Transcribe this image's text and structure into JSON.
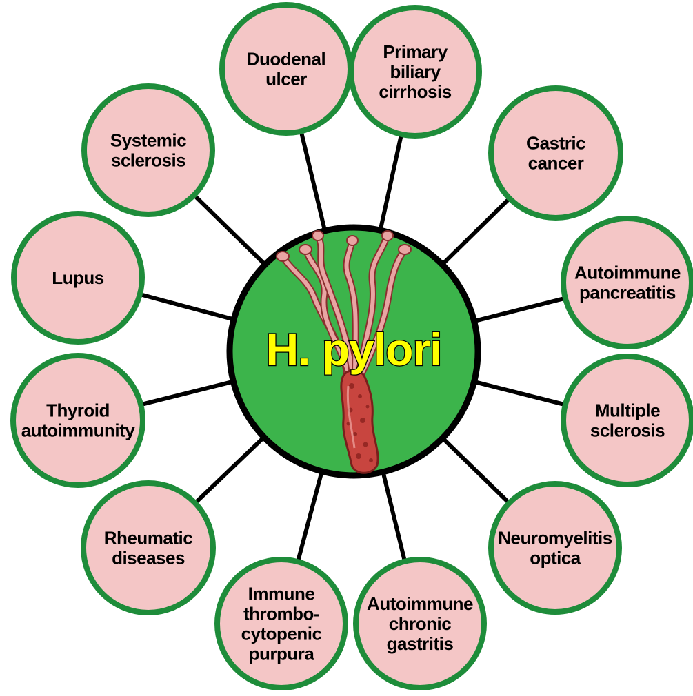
{
  "hub": {
    "title": "H. pylori",
    "icon": "helicobacter-bacterium-icon"
  },
  "colors": {
    "hub_fill": "#3cb44b",
    "ring": "#1e8c3a",
    "node_fill": "#f4c6c6",
    "spoke": "#000000",
    "title_text": "#ffff00",
    "bacterium": "#c8453f"
  },
  "nodes": [
    {
      "id": "duodenal-ulcer",
      "lines": [
        "Duodenal",
        "ulcer"
      ]
    },
    {
      "id": "primary-biliary-cirrhosis",
      "lines": [
        "Primary",
        "biliary",
        "cirrhosis"
      ]
    },
    {
      "id": "gastric-cancer",
      "lines": [
        "Gastric",
        "cancer"
      ]
    },
    {
      "id": "autoimmune-pancreatitis",
      "lines": [
        "Autoimmune",
        "pancreatitis"
      ]
    },
    {
      "id": "multiple-sclerosis",
      "lines": [
        "Multiple",
        "sclerosis"
      ]
    },
    {
      "id": "neuromyelitis-optica",
      "lines": [
        "Neuromyelitis",
        "optica"
      ]
    },
    {
      "id": "autoimmune-chronic-gastritis",
      "lines": [
        "Autoimmune",
        "chronic",
        "gastritis"
      ]
    },
    {
      "id": "immune-thrombocytopenic-purpura",
      "lines": [
        "Immune",
        "thrombo-",
        "cytopenic",
        "purpura"
      ]
    },
    {
      "id": "rheumatic-diseases",
      "lines": [
        "Rheumatic",
        "diseases"
      ]
    },
    {
      "id": "thyroid-autoimmunity",
      "lines": [
        "Thyroid",
        "autoimmunity"
      ]
    },
    {
      "id": "lupus",
      "lines": [
        "Lupus"
      ]
    },
    {
      "id": "systemic-sclerosis",
      "lines": [
        "Systemic",
        "sclerosis"
      ]
    }
  ]
}
